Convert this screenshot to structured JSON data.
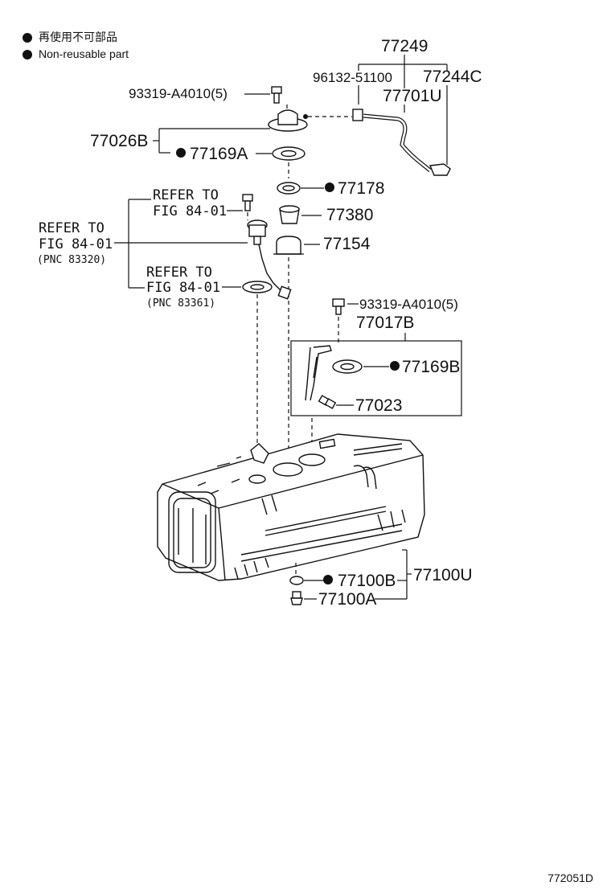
{
  "legend": {
    "line1": "再使用不可部品",
    "line2": "Non-reusable part"
  },
  "labels": {
    "p77249": "77249",
    "p96132": "96132-51100",
    "p77244c": "77244C",
    "p77701u": "77701U",
    "p93319_top": "93319-A4010(5)",
    "p77026b": "77026B",
    "p77169a": "77169A",
    "p77178": "77178",
    "p77380": "77380",
    "p77154": "77154",
    "p93319_mid": "93319-A4010(5)",
    "p77017b": "77017B",
    "p77169b": "77169B",
    "p77023": "77023",
    "p77100u": "77100U",
    "p77100b": "77100B",
    "p77100a": "77100A"
  },
  "refs": {
    "r1_line1": "REFER TO",
    "r1_line2": "FIG 84-01",
    "r2_line1": "REFER TO",
    "r2_line2": "FIG 84-01",
    "r2_line3": "(PNC 83320)",
    "r3_line1": "REFER TO",
    "r3_line2": "FIG 84-01",
    "r3_line3": "(PNC 83361)"
  },
  "figure_code": "772051D",
  "colors": {
    "ink": "#111111",
    "background": "#ffffff"
  }
}
